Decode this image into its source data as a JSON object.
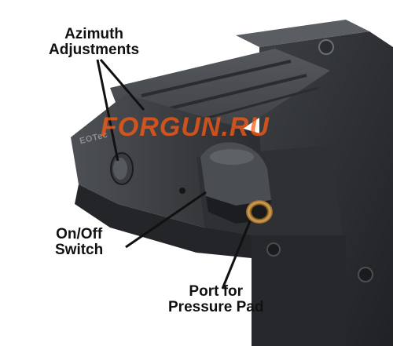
{
  "callouts": {
    "azimuth": {
      "line1": "Azimuth",
      "line2": "Adjustments"
    },
    "onoff": {
      "line1": "On/Off",
      "line2": "Switch"
    },
    "port": {
      "line1": "Port for",
      "line2": "Pressure Pad"
    }
  },
  "watermark": {
    "text": "FORGUN.RU",
    "color": "#ff5a14"
  },
  "engraving": {
    "text": "EOTec"
  },
  "colors": {
    "background": "#ffffff",
    "body_dark": "#2b2d30",
    "body_mid": "#44474b",
    "body_light": "#6a6e73",
    "port_brass": "#b8863a",
    "label_text": "#111111"
  }
}
